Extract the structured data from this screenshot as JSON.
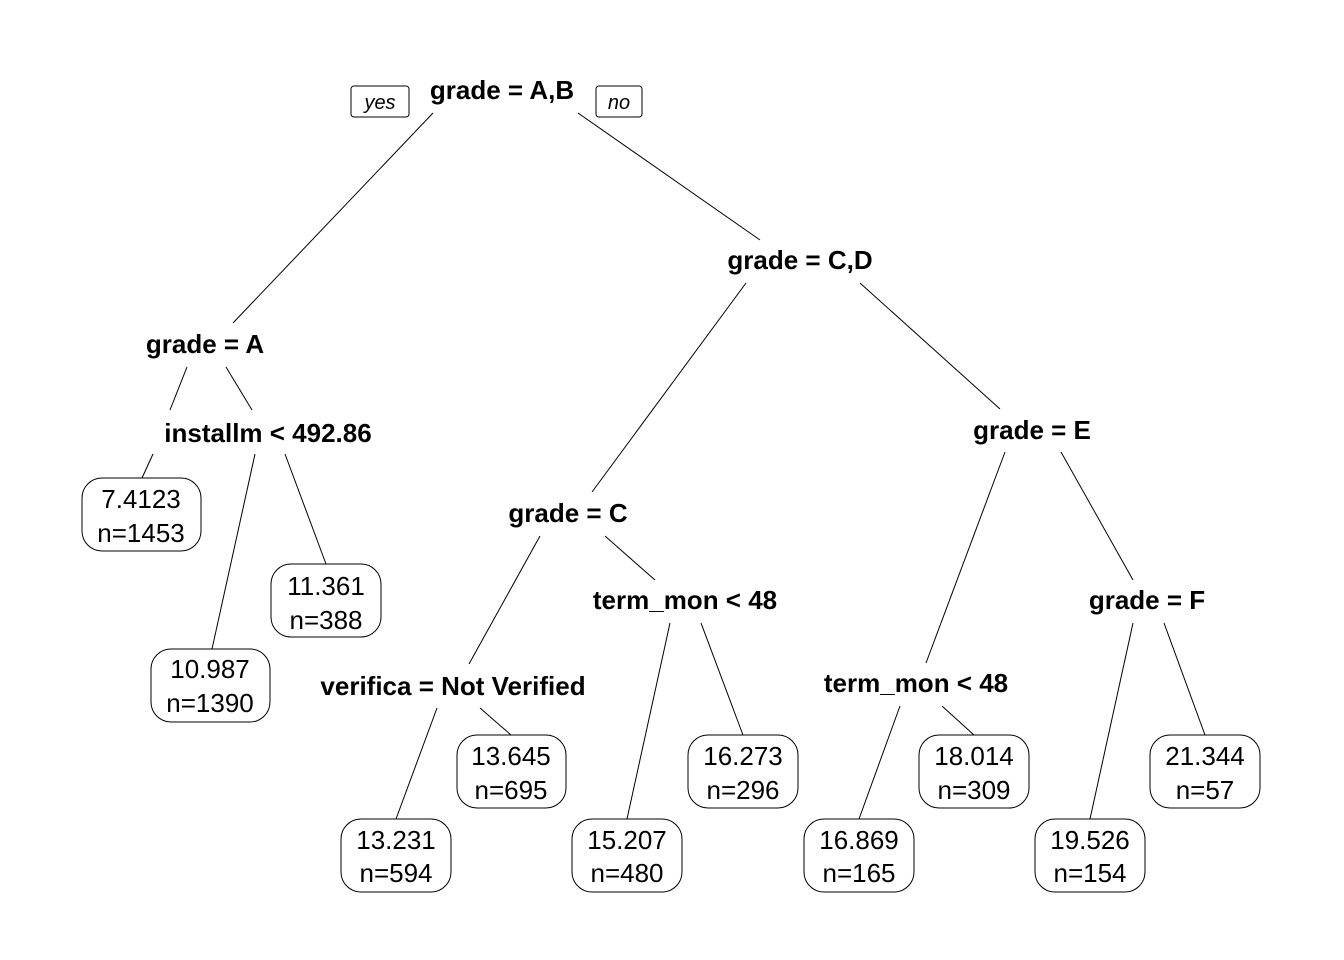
{
  "tree": {
    "branch_labels": {
      "yes": "yes",
      "no": "no"
    },
    "splits": {
      "root": "grade = A,B",
      "n_ab": "grade = A",
      "n_inst": "installm < 492.86",
      "n_cd": "grade = C,D",
      "n_c": "grade = C",
      "n_ver": "verifica = Not Verified",
      "n_term1": "term_mon < 48",
      "n_e": "grade = E",
      "n_term2": "term_mon < 48",
      "n_f": "grade = F"
    },
    "leaves": {
      "l1": {
        "value": "7.4123",
        "n": "n=1453"
      },
      "l2": {
        "value": "10.987",
        "n": "n=1390"
      },
      "l3": {
        "value": "11.361",
        "n": "n=388"
      },
      "l4": {
        "value": "13.231",
        "n": "n=594"
      },
      "l5": {
        "value": "13.645",
        "n": "n=695"
      },
      "l6": {
        "value": "15.207",
        "n": "n=480"
      },
      "l7": {
        "value": "16.273",
        "n": "n=296"
      },
      "l8": {
        "value": "16.869",
        "n": "n=165"
      },
      "l9": {
        "value": "18.014",
        "n": "n=309"
      },
      "l10": {
        "value": "19.526",
        "n": "n=154"
      },
      "l11": {
        "value": "21.344",
        "n": "n=57"
      }
    }
  }
}
